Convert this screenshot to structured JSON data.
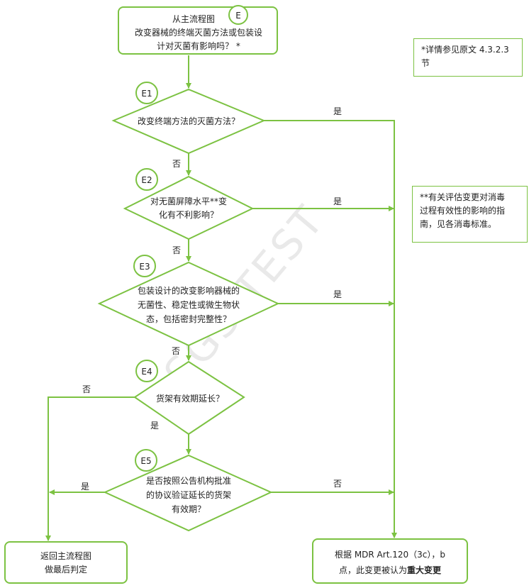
{
  "watermark": "SGS TEST",
  "start_box": {
    "badge": "E",
    "line1": "从主流程图",
    "line2": "改变器械的终端灭菌方法或包装设",
    "line3": "计对灭菌有影响吗？ *"
  },
  "note1": {
    "line1": "*详情参见原文 4.3.2.3",
    "line2": "节"
  },
  "note2": {
    "line1": "**有关评估变更对消毒",
    "line2": "过程有效性的影响的指",
    "line3": "南，见各消毒标准。"
  },
  "decisions": [
    {
      "id": "E1",
      "lines": [
        "改变终端方法的灭菌方法？"
      ]
    },
    {
      "id": "E2",
      "lines": [
        "对无菌屏障水平**变",
        "化有不利影响？"
      ]
    },
    {
      "id": "E3",
      "lines": [
        "包装设计的改变影响器械的",
        "无菌性、稳定性或微生物状",
        "态，包括密封完整性？"
      ]
    },
    {
      "id": "E4",
      "lines": [
        "货架有效期延长？"
      ]
    },
    {
      "id": "E5",
      "lines": [
        "是否按照公告机构批准",
        "的协议验证延长的货架",
        "有效期？"
      ]
    }
  ],
  "edge_labels": {
    "e1_yes": "是",
    "e1_no": "否",
    "e2_yes": "是",
    "e2_no": "否",
    "e3_yes": "是",
    "e3_no": "否",
    "e4_no": "否",
    "e4_yes": "是",
    "e5_yes": "是",
    "e5_no": "否"
  },
  "end_left": {
    "line1": "返回主流程图",
    "line2": "做最后判定"
  },
  "end_right": {
    "line1": "根据 MDR Art.120（3c），b",
    "line2_pre": "点，此变更被认为",
    "line2_bold": "重大变更"
  }
}
